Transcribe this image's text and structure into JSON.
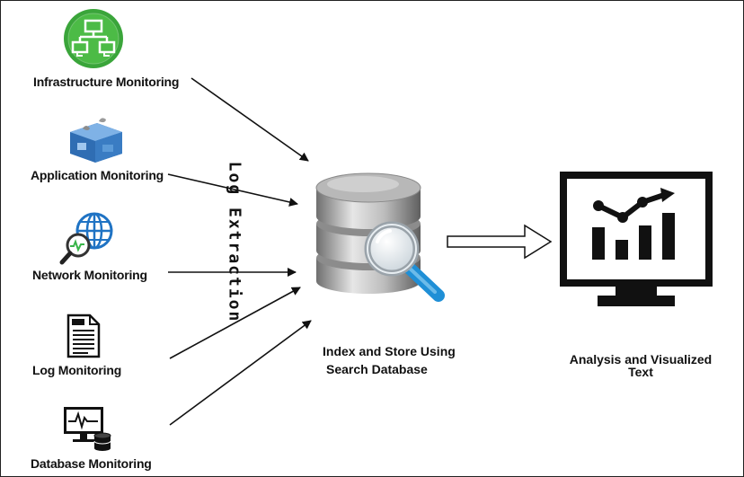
{
  "sources": [
    {
      "label": "Infrastructure Monitoring",
      "icon": "network-icon"
    },
    {
      "label": "Application Monitoring",
      "icon": "puzzle-cube-icon"
    },
    {
      "label": "Network Monitoring",
      "icon": "globe-search-icon"
    },
    {
      "label": "Log Monitoring",
      "icon": "log-file-icon"
    },
    {
      "label": "Database Monitoring",
      "icon": "monitor-database-icon"
    }
  ],
  "extraction_label": "Log Extraction",
  "center": {
    "line1": "Index and Store Using",
    "line2": "Search Database",
    "icon": "database-search-icon"
  },
  "output": {
    "line1": "Analysis and Visualized",
    "line2": "Text",
    "icon": "analytics-monitor-icon"
  },
  "colors": {
    "infra_green": "#3aa53a",
    "app_blue": "#3e7fc6",
    "globe_blue": "#1f73c4",
    "db_gray": "#9a9a9a",
    "magnifier_blue": "#1f8fd6"
  }
}
